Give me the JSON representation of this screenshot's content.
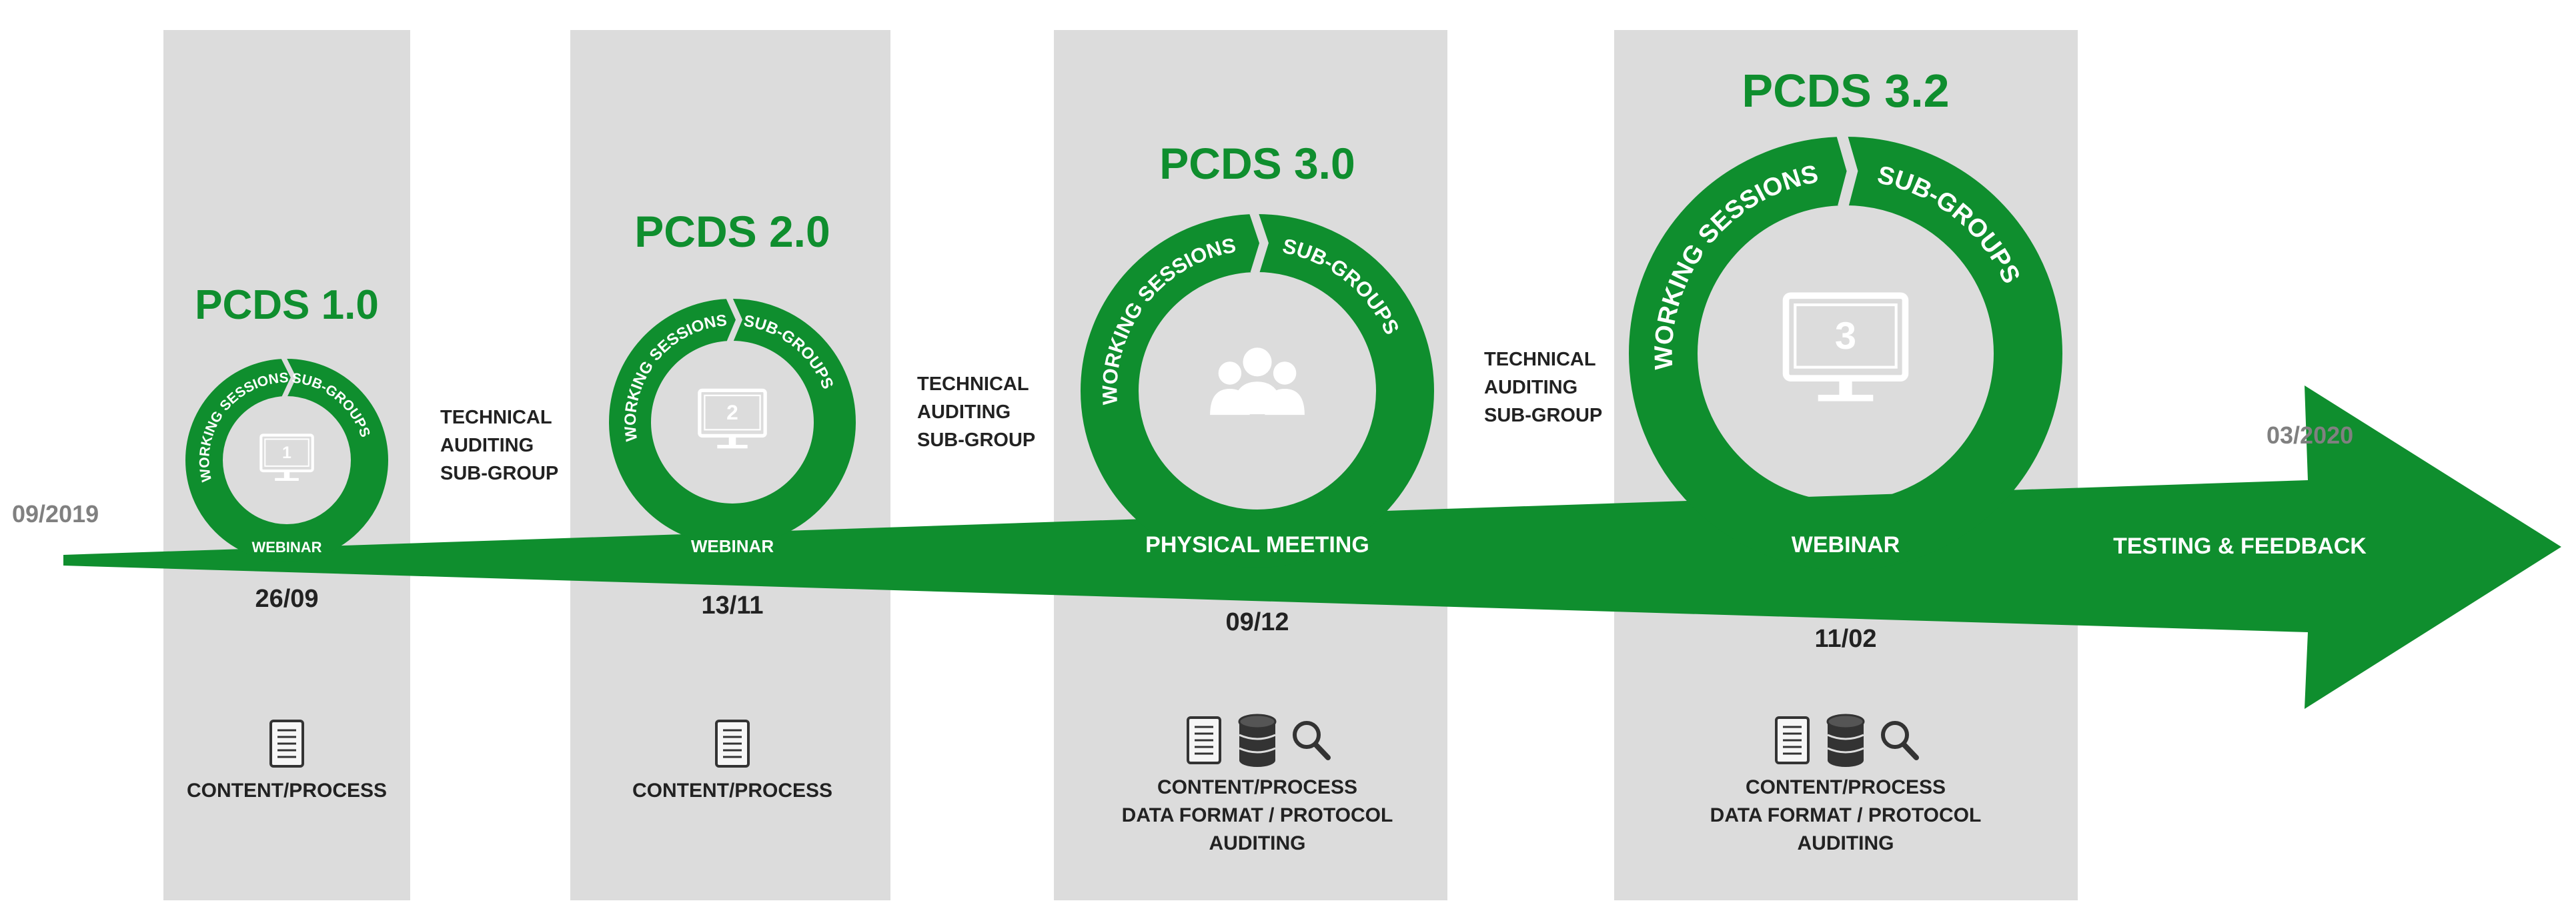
{
  "timeline": {
    "start_date": "09/2019",
    "end_date": "03/2020",
    "end_label": "TESTING & FEEDBACK",
    "colors": {
      "green": "#0f8e2e",
      "panel": "#dcdcdc",
      "text": "#222222",
      "date_gray": "#808080",
      "icon_bg": "#f6f6f6"
    }
  },
  "between_labels": [
    [
      "TECHNICAL",
      "AUDITING",
      "SUB-GROUP"
    ],
    [
      "TECHNICAL",
      "AUDITING",
      "SUB-GROUP"
    ],
    [
      "TECHNICAL",
      "AUDITING",
      "SUB-GROUP"
    ]
  ],
  "phases": [
    {
      "title": "PCDS 1.0",
      "number": "1",
      "center_icon": "monitor-icon",
      "ring_left": "WORKING SESSIONS",
      "ring_right": "SUB-GROUPS",
      "meeting_type": "WEBINAR",
      "date": "26/09",
      "doc_icons": [
        "document-icon"
      ],
      "doc_labels": [
        "CONTENT/PROCESS"
      ]
    },
    {
      "title": "PCDS 2.0",
      "number": "2",
      "center_icon": "monitor-icon",
      "ring_left": "WORKING SESSIONS",
      "ring_right": "SUB-GROUPS",
      "meeting_type": "WEBINAR",
      "date": "13/11",
      "doc_icons": [
        "document-icon"
      ],
      "doc_labels": [
        "CONTENT/PROCESS"
      ]
    },
    {
      "title": "PCDS 3.0",
      "number": "",
      "center_icon": "people-icon",
      "ring_left": "WORKING SESSIONS",
      "ring_right": "SUB-GROUPS",
      "meeting_type": "PHYSICAL MEETING",
      "date": "09/12",
      "doc_icons": [
        "document-icon",
        "database-icon",
        "magnifier-icon"
      ],
      "doc_labels": [
        "CONTENT/PROCESS",
        "DATA FORMAT / PROTOCOL",
        "AUDITING"
      ]
    },
    {
      "title": "PCDS 3.2",
      "number": "3",
      "center_icon": "monitor-icon",
      "ring_left": "WORKING SESSIONS",
      "ring_right": "SUB-GROUPS",
      "meeting_type": "WEBINAR",
      "date": "11/02",
      "doc_icons": [
        "document-icon",
        "database-icon",
        "magnifier-icon"
      ],
      "doc_labels": [
        "CONTENT/PROCESS",
        "DATA FORMAT / PROTOCOL",
        "AUDITING"
      ]
    }
  ]
}
